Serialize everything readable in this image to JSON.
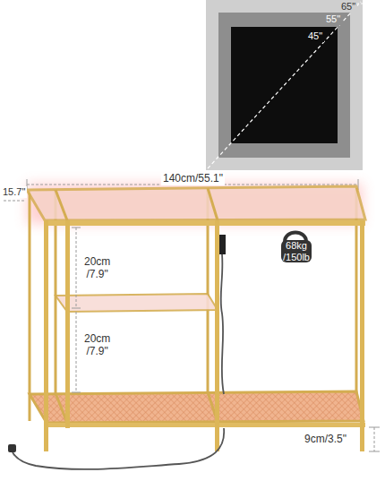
{
  "diagram": {
    "labels": [
      "65\"",
      "55\"",
      "45\"",
      "15.7\"",
      "140cm/55.1\"",
      "68kg /150lb",
      "20cm /7.9\"",
      "20cm /7.9\"",
      "9cm/3.5\""
    ]
  }
}
